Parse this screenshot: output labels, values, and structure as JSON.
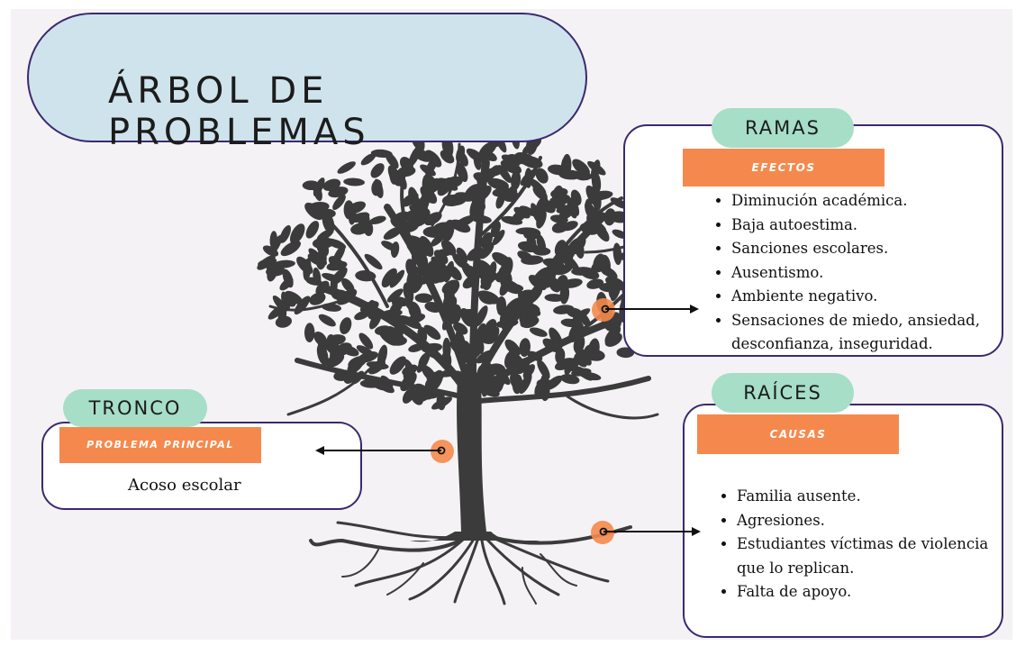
{
  "title": "ÁRBOL DE PROBLEMAS",
  "ramas": {
    "tab": "RAMAS",
    "band": "EFECTOS",
    "items": [
      "Diminución académica.",
      "Baja autoestima.",
      "Sanciones escolares.",
      "Ausentismo.",
      "Ambiente negativo.",
      "Sensaciones de miedo, ansiedad, desconfianza, inseguridad."
    ]
  },
  "raices": {
    "tab": "RAÍCES",
    "band": "CAUSAS",
    "items": [
      "Familia ausente.",
      "Agresiones.",
      "Estudiantes víctimas de violencia que lo replican.",
      "Falta de apoyo."
    ]
  },
  "tronco": {
    "tab": "TRONCO",
    "band": "PROBLEMA PRINCIPAL",
    "text": "Acoso escolar"
  },
  "colors": {
    "background": "#f4f2f4",
    "title_fill": "#cfe3ec",
    "outline": "#3a2a6e",
    "tab_fill": "#a6dec8",
    "band_fill": "#f5894d",
    "tree": "#3b3b3b"
  },
  "icons": [
    "tree-illustration",
    "arrow-right",
    "arrow-left"
  ]
}
